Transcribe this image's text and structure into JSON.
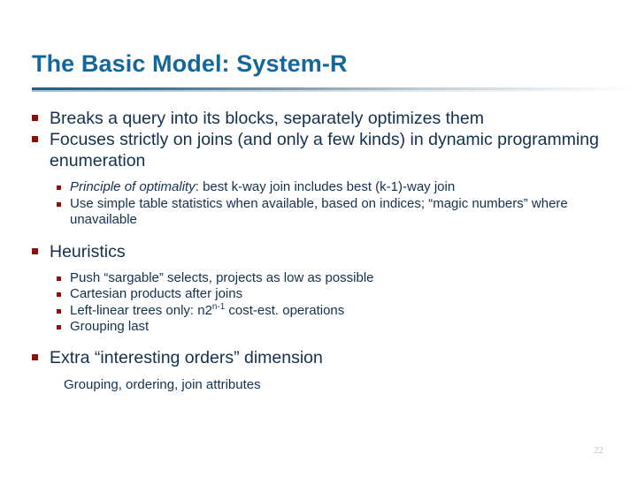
{
  "slide": {
    "title": "The Basic Model: System-R",
    "page_number": "22",
    "accent_color": "#15679A",
    "body_text_color": "#13314F",
    "bullet_marker_color": "#8C1108",
    "page_number_color": "#BFBFBF",
    "background_color": "#FFFFFF"
  },
  "content": {
    "b1": "Breaks a query into its blocks, separately optimizes them",
    "b2": "Focuses strictly on joins (and only a few kinds) in dynamic programming enumeration",
    "b2s1_italic": "Principle of optimality",
    "b2s1_rest": ": best k-way join includes best (k-1)-way join",
    "b2s2": "Use simple table statistics when available, based on indices; “magic numbers” where unavailable",
    "b3": "Heuristics",
    "b3s1": "Push “sargable” selects, projects as low as possible",
    "b3s2": "Cartesian products after joins",
    "b3s3_pre": "Left-linear trees only:  n2",
    "b3s3_sup": "n-1",
    "b3s3_post": " cost-est. operations",
    "b3s4": "Grouping last",
    "b4": "Extra “interesting orders” dimension",
    "b4s1": "Grouping, ordering, join attributes"
  }
}
